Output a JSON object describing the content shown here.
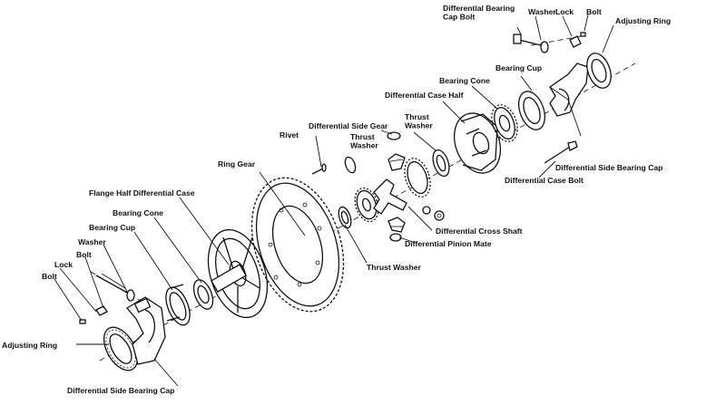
{
  "diagram": {
    "labels": {
      "cap_bolt_top": "Differential Bearing\nCap Bolt",
      "washer_top": "Washer",
      "lock_top": "Lock",
      "bolt_top": "Bolt",
      "adjusting_ring_right": "Adjusting Ring",
      "bearing_cup_right": "Bearing Cup",
      "bearing_cone_right": "Bearing Cone",
      "case_half": "Differential Case Half",
      "side_gear": "Differential Side Gear",
      "thrust_washer_mid": "Thrust\nWasher",
      "thrust_washer_small": "Thrust\nWasher",
      "rivet": "Rivet",
      "ring_gear": "Ring Gear",
      "side_bearing_cap_right": "Differential Side Bearing Cap",
      "case_bolt": "Differential Case Bolt",
      "flange_half": "Flange Half Differential Case",
      "bearing_cone_left": "Bearing Cone",
      "bearing_cup_left": "Bearing Cup",
      "washer_left": "Washer",
      "bolt_left_a": "Bolt",
      "lock_left": "Lock",
      "bolt_left_b": "Bolt",
      "cross_shaft": "Differential Cross Shaft",
      "pinion_mate": "Differential Pinion Mate",
      "thrust_washer_bottom": "Thrust Washer",
      "adjusting_ring_left": "Adjusting Ring",
      "side_bearing_cap_left": "Differential Side Bearing Cap"
    }
  }
}
